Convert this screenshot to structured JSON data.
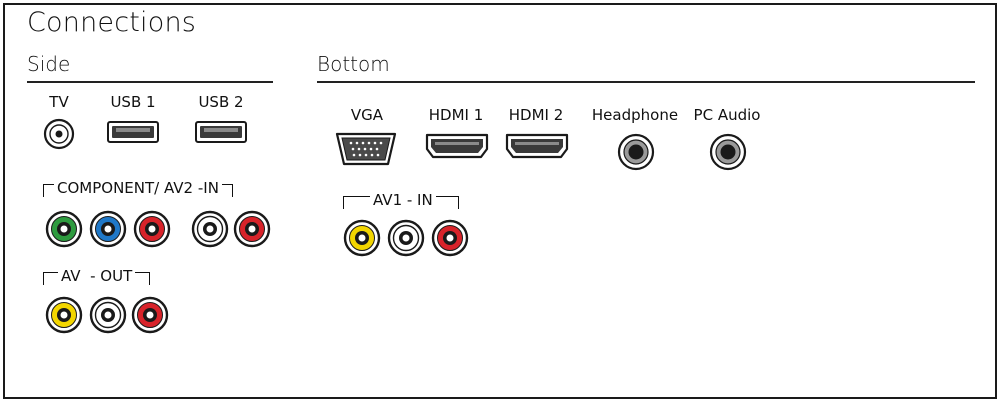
{
  "title": "Connections",
  "sections": {
    "side": {
      "title": "Side"
    },
    "bottom": {
      "title": "Bottom"
    }
  },
  "side": {
    "tv": {
      "label": "TV"
    },
    "usb1": {
      "label": "USB 1"
    },
    "usb2": {
      "label": "USB 2"
    },
    "component_group": {
      "label": "COMPONENT/ AV2 -IN"
    },
    "av_out_group": {
      "label": "AV  - OUT"
    }
  },
  "bottom": {
    "vga": {
      "label": "VGA"
    },
    "hdmi1": {
      "label": "HDMI 1"
    },
    "hdmi2": {
      "label": "HDMI 2"
    },
    "headphone": {
      "label": "Headphone"
    },
    "pc_audio": {
      "label": "PC Audio"
    },
    "av1_group": {
      "label": "AV1 - IN"
    }
  },
  "colors": {
    "green": "#2e9b3f",
    "blue": "#1f78c8",
    "red": "#d8232a",
    "yellow": "#f3d600",
    "white": "#ffffff",
    "line": "#1a1a1a"
  }
}
